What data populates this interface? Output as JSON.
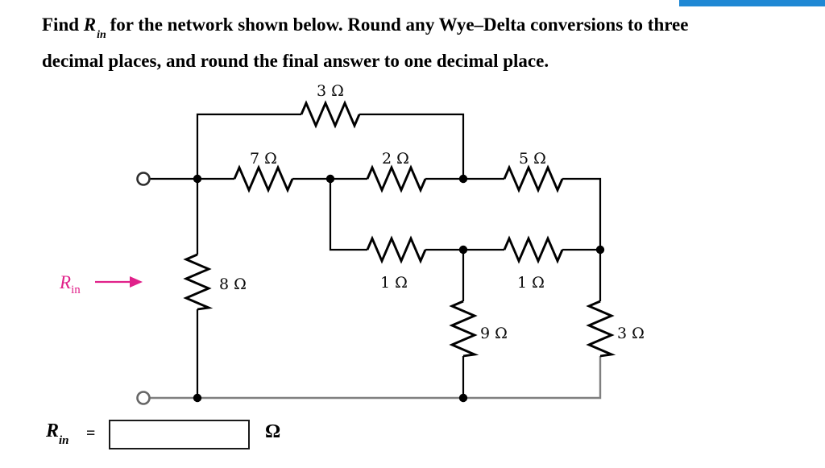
{
  "problem": {
    "find_prefix": "Find",
    "r_symbol": "R",
    "r_subscript": "in",
    "line1_rest": "for the network shown below. Round any Wye–Delta conversions to three",
    "line2": "decimal places, and round the final answer to one decimal place."
  },
  "circuit": {
    "resistors": {
      "top": "3 Ω",
      "mid_left": "7 Ω",
      "mid_center": "2 Ω",
      "mid_right": "5 Ω",
      "row2_left": "1 Ω",
      "row2_right": "1 Ω",
      "left_branch": "8 Ω",
      "branch_9": "9 Ω",
      "branch_3": "3 Ω"
    },
    "rin_pointer": {
      "symbol": "R",
      "subscript": "in"
    }
  },
  "answer": {
    "symbol": "R",
    "subscript": "in",
    "equals": "=",
    "value": "",
    "unit": "Ω"
  },
  "colors": {
    "accent_bar": "#1f88d4",
    "rin_magenta": "#e0218a",
    "wire": "#000000",
    "bottom_wire": "#7f7f7f"
  }
}
